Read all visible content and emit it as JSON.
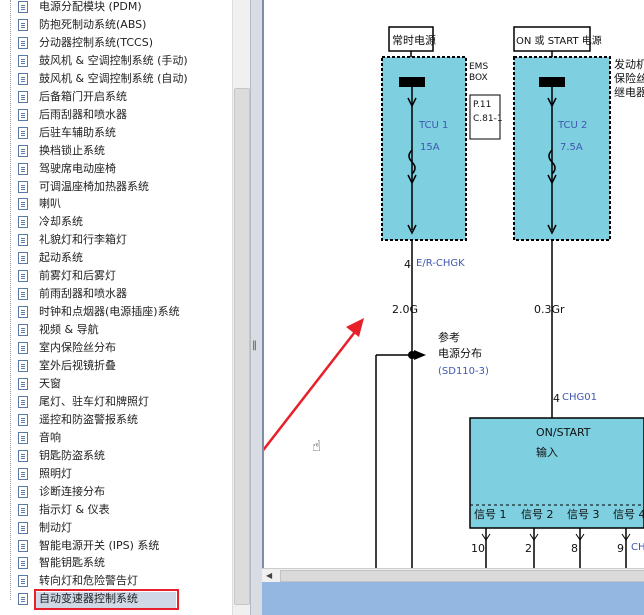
{
  "sidebar": {
    "items": [
      {
        "label": "电源分配模块 (PDM)"
      },
      {
        "label": "防抱死制动系统(ABS)"
      },
      {
        "label": "分动器控制系统(TCCS)"
      },
      {
        "label": "鼓风机 & 空调控制系统 (手动)"
      },
      {
        "label": "鼓风机 & 空调控制系统 (自动)"
      },
      {
        "label": "后备箱门开启系统"
      },
      {
        "label": "后雨刮器和喷水器"
      },
      {
        "label": "后驻车辅助系统"
      },
      {
        "label": "换档锁止系统"
      },
      {
        "label": "驾驶席电动座椅"
      },
      {
        "label": "可调温座椅加热器系统"
      },
      {
        "label": "喇叭"
      },
      {
        "label": "冷却系统"
      },
      {
        "label": "礼貌灯和行李箱灯"
      },
      {
        "label": "起动系统"
      },
      {
        "label": "前雾灯和后雾灯"
      },
      {
        "label": "前雨刮器和喷水器"
      },
      {
        "label": "时钟和点烟器(电源插座)系统"
      },
      {
        "label": "视频 & 导航"
      },
      {
        "label": "室内保险丝分布"
      },
      {
        "label": "室外后视镜折叠"
      },
      {
        "label": "天窗"
      },
      {
        "label": "尾灯、驻车灯和牌照灯"
      },
      {
        "label": "遥控和防盗警报系统"
      },
      {
        "label": "音响"
      },
      {
        "label": "钥匙防盗系统"
      },
      {
        "label": "照明灯"
      },
      {
        "label": "诊断连接分布"
      },
      {
        "label": "指示灯 & 仪表"
      },
      {
        "label": "制动灯"
      },
      {
        "label": "智能电源开关 (IPS) 系统"
      },
      {
        "label": "智能钥匙系统"
      },
      {
        "label": "转向灯和危险警告灯"
      },
      {
        "label": "自动变速器控制系统"
      }
    ],
    "selected_index": 33
  },
  "diagram": {
    "label_constant_power": "常时电源",
    "label_on_start_power": "ON 或 START 电源",
    "ems_box": "EMS\nBOX",
    "ems_ref": "P.11\nC.81-1",
    "fuse1_name": "TCU 1",
    "fuse1_amp": "15A",
    "fuse2_name": "TCU 2",
    "fuse2_amp": "7.5A",
    "right_text": "发动机室\n保险丝\n继电器盒",
    "pin4_left": "4",
    "connector_left": "E/R-CHGK",
    "wire_left": "2.0G",
    "ref_text": "参考\n电源分布",
    "ref_code": "(SD110-3)",
    "wire_right": "0.3Gr",
    "pin4_right": "4",
    "connector_right": "CHG01",
    "module_line1": "ON/START",
    "module_line2": "输入",
    "signals": [
      "信号 1",
      "信号 2",
      "信号 3",
      "信号 4"
    ],
    "pins": [
      "10",
      "2",
      "8",
      "9"
    ],
    "connector_bottom": "CHG"
  },
  "colors": {
    "fuse_box": "#7ecfe0",
    "module": "#7ecfe0",
    "highlight": "#e8202a",
    "selection": "#cfd8e6"
  }
}
